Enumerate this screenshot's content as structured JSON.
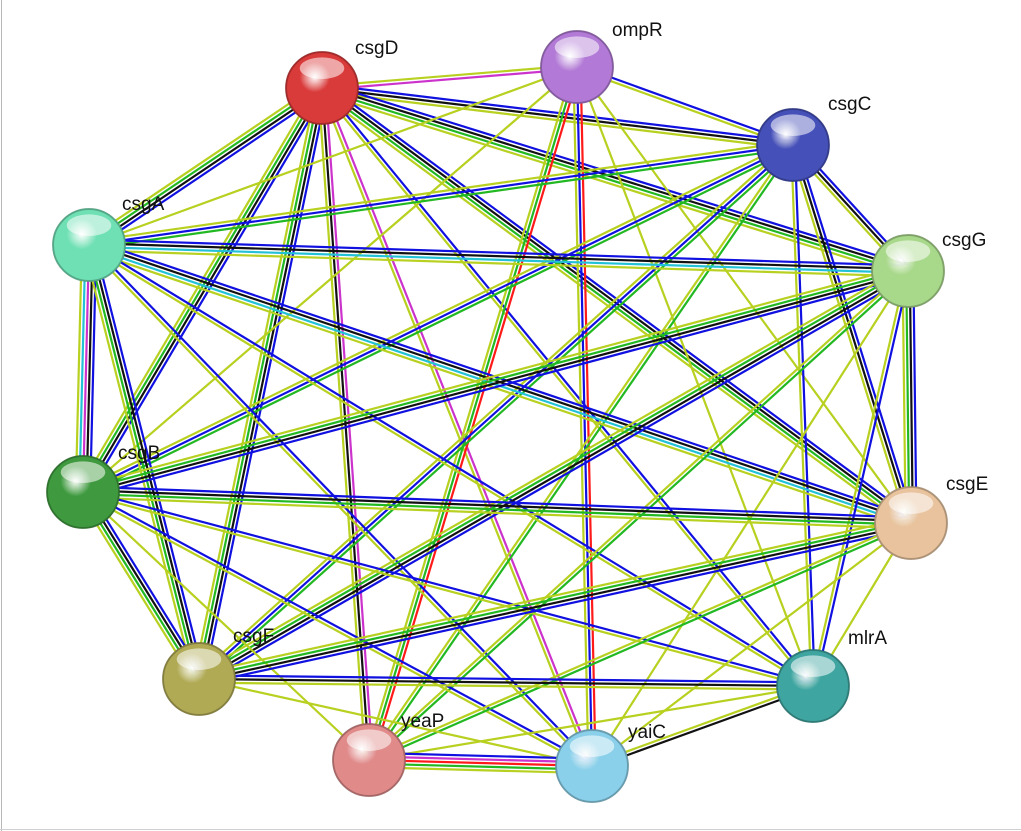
{
  "diagram": {
    "type": "protein-interaction-network",
    "colors": {
      "neighborhood": "#1010e0",
      "coexpression": "#111111",
      "textmining": "#b8d020",
      "experiments": "#cc33cc",
      "databases": "#22c1d6",
      "fusion": "#ff1a1a",
      "cooccurrence": "#22b822"
    },
    "nodes": [
      {
        "id": "csgD",
        "label": "csgD",
        "color": "#d93a3a"
      },
      {
        "id": "ompR",
        "label": "ompR",
        "color": "#b27ad6"
      },
      {
        "id": "csgC",
        "label": "csgC",
        "color": "#4550b8"
      },
      {
        "id": "csgA",
        "label": "csgA",
        "color": "#6fe0b4"
      },
      {
        "id": "csgG",
        "label": "csgG",
        "color": "#a8d88a"
      },
      {
        "id": "csgB",
        "label": "csgB",
        "color": "#3f9a3f"
      },
      {
        "id": "csgE",
        "label": "csgE",
        "color": "#e8c39d"
      },
      {
        "id": "csgF",
        "label": "csgF",
        "color": "#b0aa55"
      },
      {
        "id": "mlrA",
        "label": "mlrA",
        "color": "#3fa5a0"
      },
      {
        "id": "yeaP",
        "label": "yeaP",
        "color": "#e08a8a"
      },
      {
        "id": "yaiC",
        "label": "yaiC",
        "color": "#8ad0ea"
      }
    ],
    "edges": [
      {
        "source": "csgD",
        "target": "ompR",
        "types": [
          "textmining",
          "experiments"
        ]
      },
      {
        "source": "csgD",
        "target": "csgC",
        "types": [
          "neighborhood",
          "coexpression",
          "textmining"
        ]
      },
      {
        "source": "csgD",
        "target": "csgA",
        "types": [
          "neighborhood",
          "coexpression",
          "cooccurrence",
          "textmining"
        ]
      },
      {
        "source": "csgD",
        "target": "csgG",
        "types": [
          "neighborhood",
          "coexpression",
          "cooccurrence",
          "textmining"
        ]
      },
      {
        "source": "csgD",
        "target": "csgB",
        "types": [
          "neighborhood",
          "coexpression",
          "cooccurrence",
          "textmining"
        ]
      },
      {
        "source": "csgD",
        "target": "csgE",
        "types": [
          "neighborhood",
          "coexpression",
          "cooccurrence",
          "textmining"
        ]
      },
      {
        "source": "csgD",
        "target": "csgF",
        "types": [
          "neighborhood",
          "coexpression",
          "cooccurrence",
          "textmining"
        ]
      },
      {
        "source": "csgD",
        "target": "mlrA",
        "types": [
          "neighborhood",
          "textmining"
        ]
      },
      {
        "source": "csgD",
        "target": "yeaP",
        "types": [
          "experiments",
          "coexpression",
          "textmining"
        ]
      },
      {
        "source": "csgD",
        "target": "yaiC",
        "types": [
          "experiments",
          "textmining"
        ]
      },
      {
        "source": "ompR",
        "target": "csgC",
        "types": [
          "neighborhood",
          "textmining"
        ]
      },
      {
        "source": "ompR",
        "target": "csgA",
        "types": [
          "textmining"
        ]
      },
      {
        "source": "ompR",
        "target": "csgB",
        "types": [
          "textmining"
        ]
      },
      {
        "source": "ompR",
        "target": "csgE",
        "types": [
          "textmining"
        ]
      },
      {
        "source": "ompR",
        "target": "mlrA",
        "types": [
          "textmining"
        ]
      },
      {
        "source": "ompR",
        "target": "yeaP",
        "types": [
          "fusion",
          "cooccurrence",
          "textmining"
        ]
      },
      {
        "source": "ompR",
        "target": "yaiC",
        "types": [
          "fusion",
          "neighborhood",
          "textmining"
        ]
      },
      {
        "source": "csgC",
        "target": "csgA",
        "types": [
          "cooccurrence",
          "neighborhood",
          "textmining"
        ]
      },
      {
        "source": "csgC",
        "target": "csgG",
        "types": [
          "neighborhood",
          "coexpression",
          "textmining"
        ]
      },
      {
        "source": "csgC",
        "target": "csgB",
        "types": [
          "cooccurrence",
          "neighborhood",
          "textmining"
        ]
      },
      {
        "source": "csgC",
        "target": "csgE",
        "types": [
          "neighborhood",
          "coexpression",
          "textmining"
        ]
      },
      {
        "source": "csgC",
        "target": "csgF",
        "types": [
          "cooccurrence",
          "neighborhood",
          "textmining"
        ]
      },
      {
        "source": "csgC",
        "target": "mlrA",
        "types": [
          "neighborhood",
          "textmining"
        ]
      },
      {
        "source": "csgC",
        "target": "yeaP",
        "types": [
          "cooccurrence",
          "textmining"
        ]
      },
      {
        "source": "csgA",
        "target": "csgG",
        "types": [
          "neighborhood",
          "coexpression",
          "databases",
          "textmining"
        ]
      },
      {
        "source": "csgA",
        "target": "csgB",
        "types": [
          "neighborhood",
          "coexpression",
          "experiments",
          "databases",
          "textmining"
        ]
      },
      {
        "source": "csgA",
        "target": "csgE",
        "types": [
          "neighborhood",
          "coexpression",
          "databases",
          "textmining"
        ]
      },
      {
        "source": "csgA",
        "target": "csgF",
        "types": [
          "neighborhood",
          "coexpression",
          "cooccurrence",
          "textmining"
        ]
      },
      {
        "source": "csgA",
        "target": "mlrA",
        "types": [
          "neighborhood",
          "textmining"
        ]
      },
      {
        "source": "csgA",
        "target": "yaiC",
        "types": [
          "neighborhood",
          "textmining"
        ]
      },
      {
        "source": "csgG",
        "target": "csgB",
        "types": [
          "neighborhood",
          "coexpression",
          "cooccurrence",
          "textmining"
        ]
      },
      {
        "source": "csgG",
        "target": "csgE",
        "types": [
          "neighborhood",
          "coexpression",
          "cooccurrence",
          "textmining"
        ]
      },
      {
        "source": "csgG",
        "target": "csgF",
        "types": [
          "neighborhood",
          "coexpression",
          "cooccurrence",
          "textmining"
        ]
      },
      {
        "source": "csgG",
        "target": "mlrA",
        "types": [
          "neighborhood",
          "textmining"
        ]
      },
      {
        "source": "csgG",
        "target": "yeaP",
        "types": [
          "cooccurrence",
          "textmining"
        ]
      },
      {
        "source": "csgG",
        "target": "yaiC",
        "types": [
          "textmining"
        ]
      },
      {
        "source": "csgB",
        "target": "csgE",
        "types": [
          "neighborhood",
          "coexpression",
          "cooccurrence",
          "textmining"
        ]
      },
      {
        "source": "csgB",
        "target": "csgF",
        "types": [
          "neighborhood",
          "coexpression",
          "cooccurrence",
          "textmining"
        ]
      },
      {
        "source": "csgB",
        "target": "mlrA",
        "types": [
          "neighborhood",
          "textmining"
        ]
      },
      {
        "source": "csgB",
        "target": "yaiC",
        "types": [
          "neighborhood",
          "textmining"
        ]
      },
      {
        "source": "csgB",
        "target": "yeaP",
        "types": [
          "textmining"
        ]
      },
      {
        "source": "csgE",
        "target": "csgF",
        "types": [
          "neighborhood",
          "coexpression",
          "cooccurrence",
          "textmining"
        ]
      },
      {
        "source": "csgE",
        "target": "mlrA",
        "types": [
          "textmining"
        ]
      },
      {
        "source": "csgE",
        "target": "yeaP",
        "types": [
          "cooccurrence",
          "textmining"
        ]
      },
      {
        "source": "csgE",
        "target": "yaiC",
        "types": [
          "textmining"
        ]
      },
      {
        "source": "csgF",
        "target": "mlrA",
        "types": [
          "neighborhood",
          "coexpression",
          "textmining"
        ]
      },
      {
        "source": "csgF",
        "target": "yaiC",
        "types": [
          "textmining"
        ]
      },
      {
        "source": "mlrA",
        "target": "yeaP",
        "types": [
          "textmining"
        ]
      },
      {
        "source": "mlrA",
        "target": "yaiC",
        "types": [
          "coexpression",
          "textmining"
        ]
      },
      {
        "source": "yeaP",
        "target": "yaiC",
        "types": [
          "neighborhood",
          "experiments",
          "fusion",
          "cooccurrence",
          "textmining"
        ]
      }
    ]
  }
}
